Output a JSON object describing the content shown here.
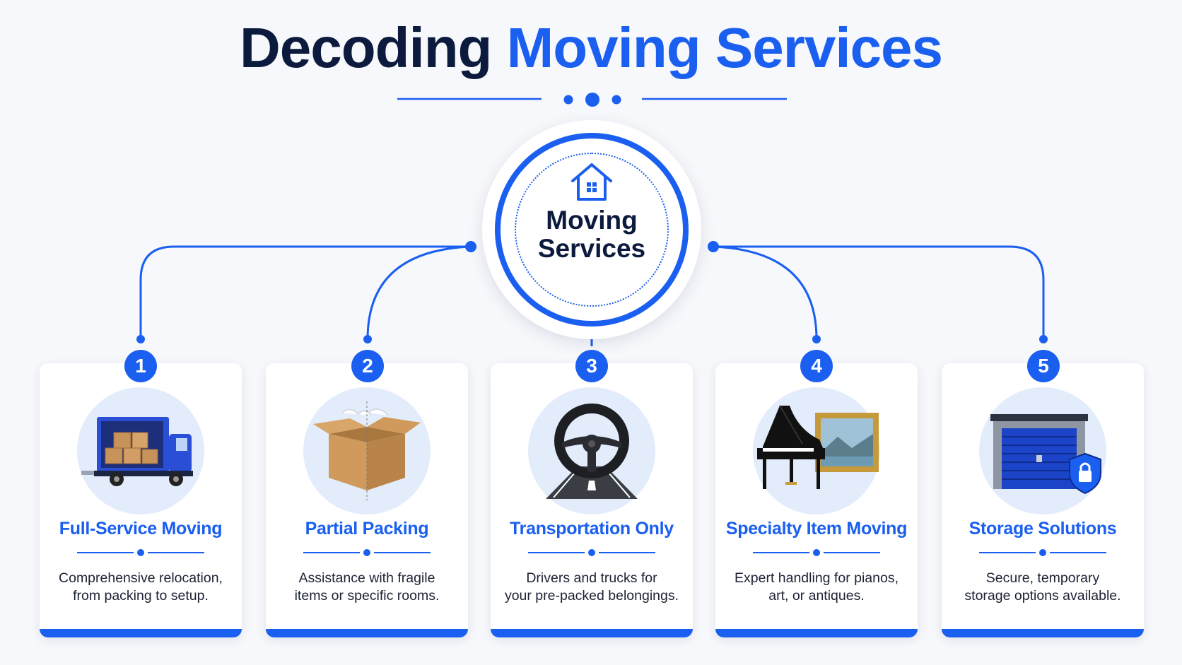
{
  "title": {
    "part1": "Decoding",
    "part2": "Moving Services"
  },
  "hub": {
    "line1": "Moving",
    "line2": "Services",
    "icon": "house-icon"
  },
  "colors": {
    "accent": "#1a5ff0",
    "dark": "#0c1b3d",
    "circle_bg": "#e3ecfb"
  },
  "services": [
    {
      "number": "1",
      "title": "Full-Service Moving",
      "desc1": "Comprehensive relocation,",
      "desc2": "from packing to setup.",
      "icon": "moving-truck-icon"
    },
    {
      "number": "2",
      "title": "Partial Packing",
      "desc1": "Assistance with fragile",
      "desc2": "items or specific rooms.",
      "icon": "cardboard-box-icon"
    },
    {
      "number": "3",
      "title": "Transportation Only",
      "desc1": "Drivers and trucks for",
      "desc2": "your pre-packed belongings.",
      "icon": "steering-wheel-icon"
    },
    {
      "number": "4",
      "title": "Specialty Item Moving",
      "desc1": "Expert handling for pianos,",
      "desc2": "art, or antiques.",
      "icon": "piano-painting-icon"
    },
    {
      "number": "5",
      "title": "Storage Solutions",
      "desc1": "Secure, temporary",
      "desc2": "storage options available.",
      "icon": "storage-unit-lock-icon"
    }
  ]
}
